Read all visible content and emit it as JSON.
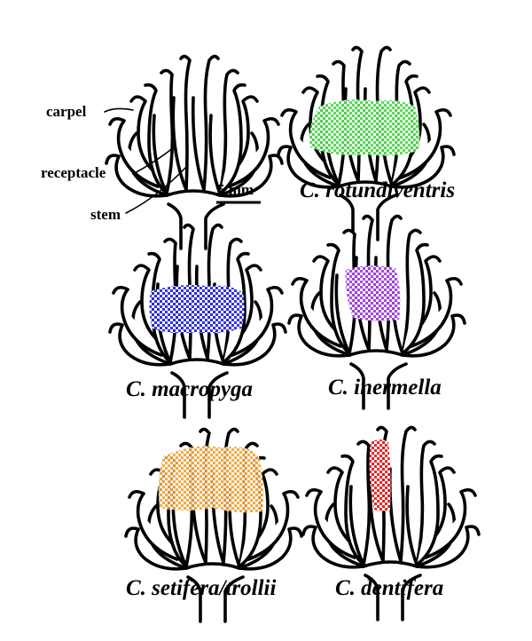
{
  "labels": {
    "carpel": "carpel",
    "receptacle": "receptacle",
    "stem": "stem",
    "scale": "5 mm"
  },
  "species": [
    {
      "name": "",
      "color": ""
    },
    {
      "name": "C. rotundiventris",
      "color": "#4cdc4c"
    },
    {
      "name": "C. macropyga",
      "color": "#2a2adc"
    },
    {
      "name": "C. inermella",
      "color": "#a040e8"
    },
    {
      "name": "C. setifera/trollii",
      "color": "#f5a030"
    },
    {
      "name": "C. dentifera",
      "color": "#e02020"
    }
  ]
}
